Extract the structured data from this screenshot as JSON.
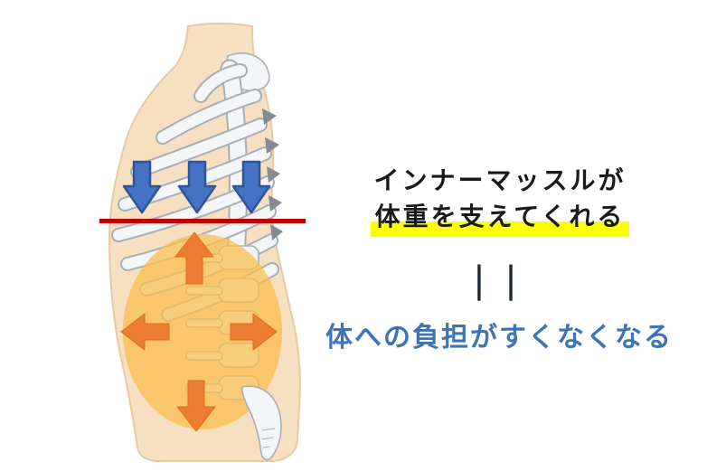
{
  "text": {
    "headline_line1": "インナーマッスルが",
    "headline_line2": "体重を支えてくれる",
    "equals_symbol": "||",
    "result": "体への負担がすくなくなる"
  },
  "colors": {
    "background": "#FFFFFF",
    "skin": "#F7DFC1",
    "skin_outline": "#E9C9A2",
    "bone": "#F3F5F7",
    "bone_outline": "#A9AEB6",
    "bone_shadow": "#848B94",
    "core_ellipse": "#F9BE4D",
    "arrow_blue": "#4472C4",
    "arrow_blue_outline": "#2F5597",
    "arrow_orange": "#ED7D31",
    "arrow_orange_outline": "#E06C12",
    "line_red": "#C00000",
    "highlight_yellow": "#FFFF00",
    "text_black": "#1A1A1A",
    "text_blue": "#3C74B6"
  },
  "illustration": {
    "name": "torso-core-muscle-diagram",
    "parts": {
      "body": "torso-side-silhouette",
      "ribcage": "ribcage",
      "spine": "lumbar-spine",
      "sacrum": "sacrum-tailbone",
      "core": "inner-muscle-ellipse",
      "weight_arrows": "three-blue-down-arrows",
      "support_line": "red-support-line",
      "core_arrows": "four-orange-outward-arrows"
    }
  }
}
